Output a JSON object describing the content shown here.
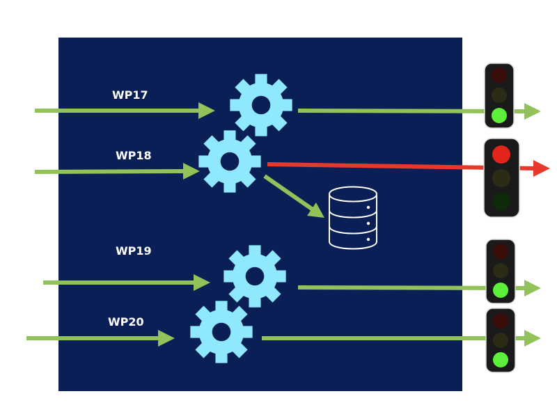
{
  "colors": {
    "background": "#ffffff",
    "panel": "#0a1f55",
    "gear": "#8fe8fb",
    "flow_ok": "#92c35b",
    "flow_error": "#e6392b",
    "light_housing": "#1a1a1a",
    "light_red_on": "#e3241b",
    "light_red_off": "#3a0d0b",
    "light_green_on": "#5cf03a",
    "light_green_off": "#0f2a0a",
    "light_amber_off": "#2c2b16",
    "database_outline": "#ffffff"
  },
  "work_packages": [
    {
      "label": "WP17",
      "status": "green",
      "gear_icon": "gear-icon",
      "light_icon": "traffic-light-green-icon"
    },
    {
      "label": "WP18",
      "status": "red",
      "gear_icon": "gear-icon",
      "light_icon": "traffic-light-red-icon",
      "feeds": "database-icon"
    },
    {
      "label": "WP19",
      "status": "green",
      "gear_icon": "gear-icon",
      "light_icon": "traffic-light-green-icon"
    },
    {
      "label": "WP20",
      "status": "green",
      "gear_icon": "gear-icon",
      "light_icon": "traffic-light-green-icon"
    }
  ]
}
